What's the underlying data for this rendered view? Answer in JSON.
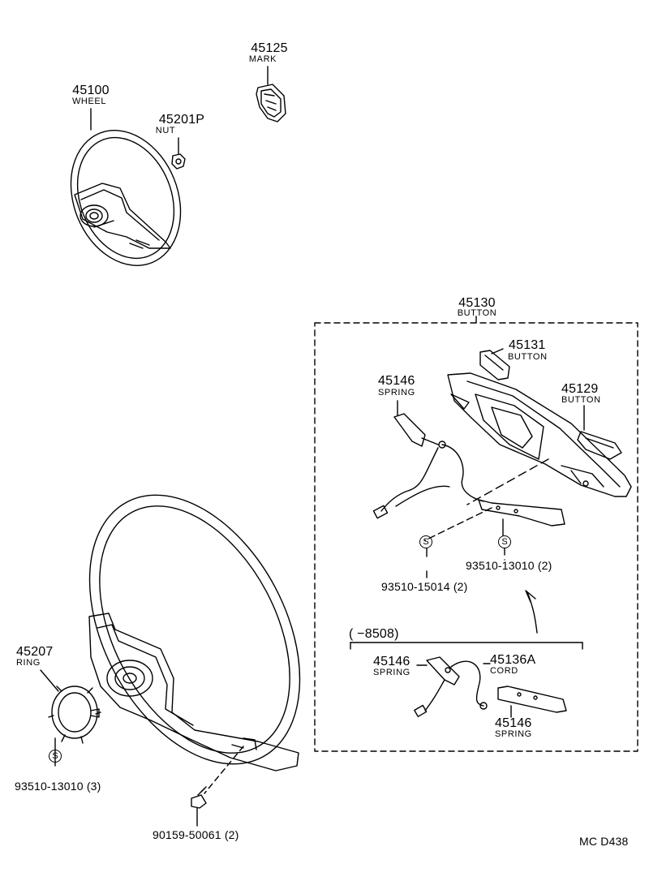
{
  "parts": {
    "mark": {
      "num": "45125",
      "name": "MARK"
    },
    "wheel": {
      "num": "45100",
      "name": "WHEEL"
    },
    "nut": {
      "num": "45201P",
      "name": "NUT"
    },
    "button_asm": {
      "num": "45130",
      "name": "BUTTON"
    },
    "button_a": {
      "num": "45131",
      "name": "BUTTON"
    },
    "spring_a": {
      "num": "45146",
      "name": "SPRING"
    },
    "button_b": {
      "num": "45129",
      "name": "BUTTON"
    },
    "ring": {
      "num": "45207",
      "name": "RING"
    },
    "spring_b": {
      "num": "45146",
      "name": "SPRING"
    },
    "cord": {
      "num": "45136A",
      "name": "CORD"
    },
    "spring_c": {
      "num": "45146",
      "name": "SPRING"
    }
  },
  "screws": {
    "s1": "93510-13010 (2)",
    "s2": "93510-15014 (2)",
    "s3": "93510-13010 (3)",
    "bolt": "90159-50061 (2)",
    "symbol": "S"
  },
  "range_note": "(        −8508)",
  "diagram_code": "MC  D438"
}
